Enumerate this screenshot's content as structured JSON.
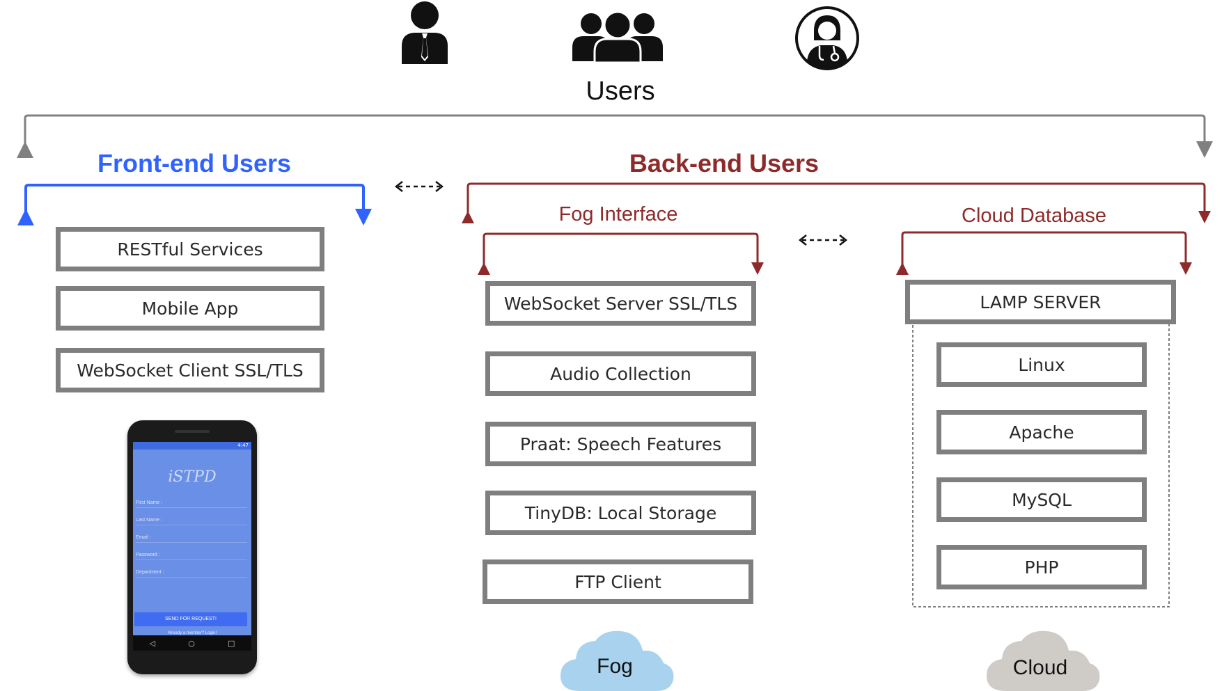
{
  "users_label": "Users",
  "user_icons": [
    "businessman-icon",
    "group-icon",
    "doctor-icon"
  ],
  "front_end": {
    "title": "Front-end Users",
    "color": "#2f62ff",
    "boxes": [
      "RESTful Services",
      "Mobile App",
      "WebSocket Client SSL/TLS"
    ],
    "phone": {
      "status": "4:47",
      "logo": "iSTPD",
      "fields": [
        "First Name :",
        "Last Name :",
        "Email :",
        "Password :",
        "Department :"
      ],
      "button": "SEND FOR REQUEST!",
      "login_text": "Already a member? Login!",
      "nav": [
        "◁",
        "○",
        "□"
      ]
    }
  },
  "back_end": {
    "title": "Back-end Users",
    "color": "#8f2a2a",
    "fog": {
      "title": "Fog Interface",
      "boxes": [
        "WebSocket Server SSL/TLS",
        "Audio Collection",
        "Praat: Speech Features",
        "TinyDB: Local Storage",
        "FTP Client"
      ],
      "cloud_label": "Fog",
      "cloud_color": "#a9d2ef"
    },
    "cloud": {
      "title": "Cloud Database",
      "server": "LAMP SERVER",
      "stack": [
        "Linux",
        "Apache",
        "MySQL",
        "PHP"
      ],
      "cloud_label": "Cloud",
      "cloud_color": "#cfcbc7"
    }
  }
}
